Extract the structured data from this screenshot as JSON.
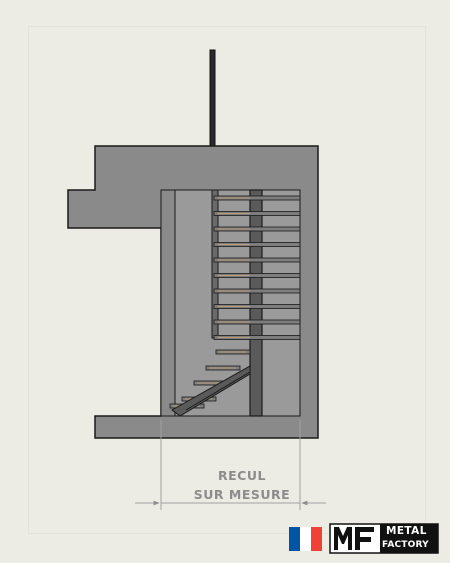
{
  "drawing": {
    "dimension_label_line1": "RECUL",
    "dimension_label_line2": "SUR MESURE"
  },
  "logo": {
    "word_top": "METAL",
    "word_bottom": "FACTORY",
    "monogram": "MF"
  },
  "flag": {
    "colors": [
      "#0055a4",
      "#ffffff",
      "#ef4135"
    ]
  },
  "colors": {
    "background": "#ecece4",
    "structure_fill": "#8a8a8a",
    "structure_stroke": "#1a1a1a",
    "tread_highlight": "#b89a78",
    "dimension": "#a0a0a0"
  }
}
